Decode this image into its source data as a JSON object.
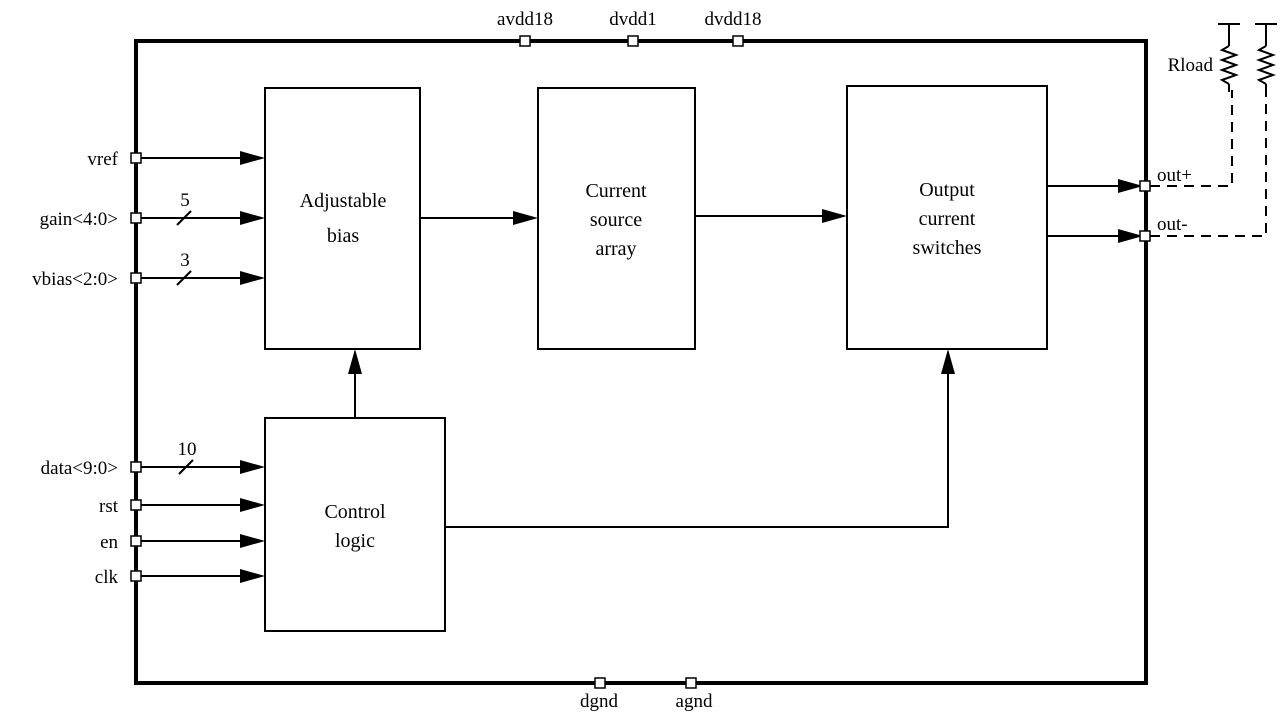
{
  "power_pins": {
    "avdd18": "avdd18",
    "dvdd1": "dvdd1",
    "dvdd18": "dvdd18"
  },
  "ground_pins": {
    "dgnd": "dgnd",
    "agnd": "agnd"
  },
  "inputs": {
    "vref": "vref",
    "gain": "gain<4:0>",
    "vbias": "vbias<2:0>",
    "data": "data<9:0>",
    "rst": "rst",
    "en": "en",
    "clk": "clk"
  },
  "bus_widths": {
    "gain": "5",
    "vbias": "3",
    "data": "10"
  },
  "blocks": {
    "adjustable_bias": [
      "Adjustable",
      "bias"
    ],
    "current_source_array": [
      "Current",
      "source",
      "array"
    ],
    "output_switches": [
      "Output",
      "current",
      "switches"
    ],
    "control_logic": [
      "Control",
      "logic"
    ]
  },
  "outputs": {
    "out_plus": "out+",
    "out_minus": "out-"
  },
  "load": {
    "label": "Rload"
  }
}
